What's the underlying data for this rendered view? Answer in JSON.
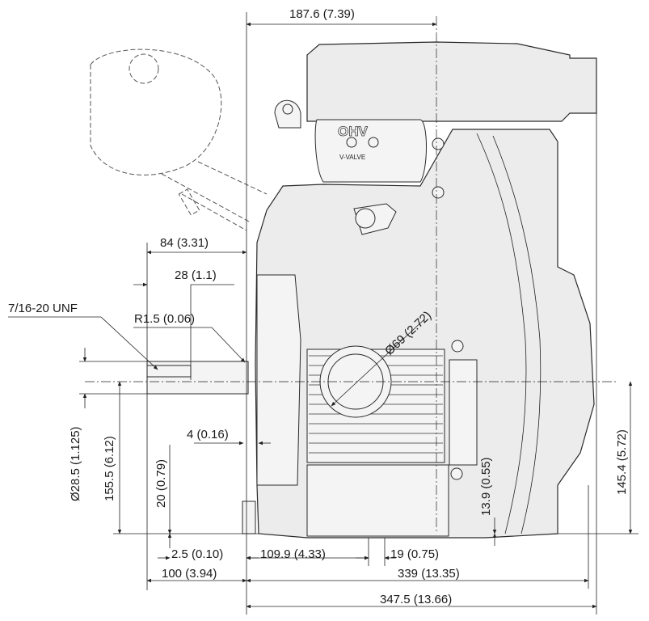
{
  "labels": {
    "ohv": "OHV",
    "v_valve": "V-VALVE"
  },
  "dimensions": {
    "top_width": "187.6 (7.39)",
    "shaft_84": "84 (3.31)",
    "shaft_28": "28 (1.1)",
    "thread": "7/16-20 UNF",
    "radius": "R1.5 (0.06)",
    "diameter_69": "Ø69 (2.72)",
    "d_4": "4 (0.16)",
    "shaft_dia": "Ø28.5 (1.125)",
    "height_155": "155.5 (6.12)",
    "height_20": "20 (0.79)",
    "d_13_9": "13.9 (0.55)",
    "height_145": "145.4 (5.72)",
    "d_2_5": "2.5 (0.10)",
    "d_109_9": "109.9 (4.33)",
    "d_19": "19 (0.75)",
    "d_100": "100 (3.94)",
    "d_339": "339 (13.35)",
    "d_347_5": "347.5 (13.66)"
  }
}
